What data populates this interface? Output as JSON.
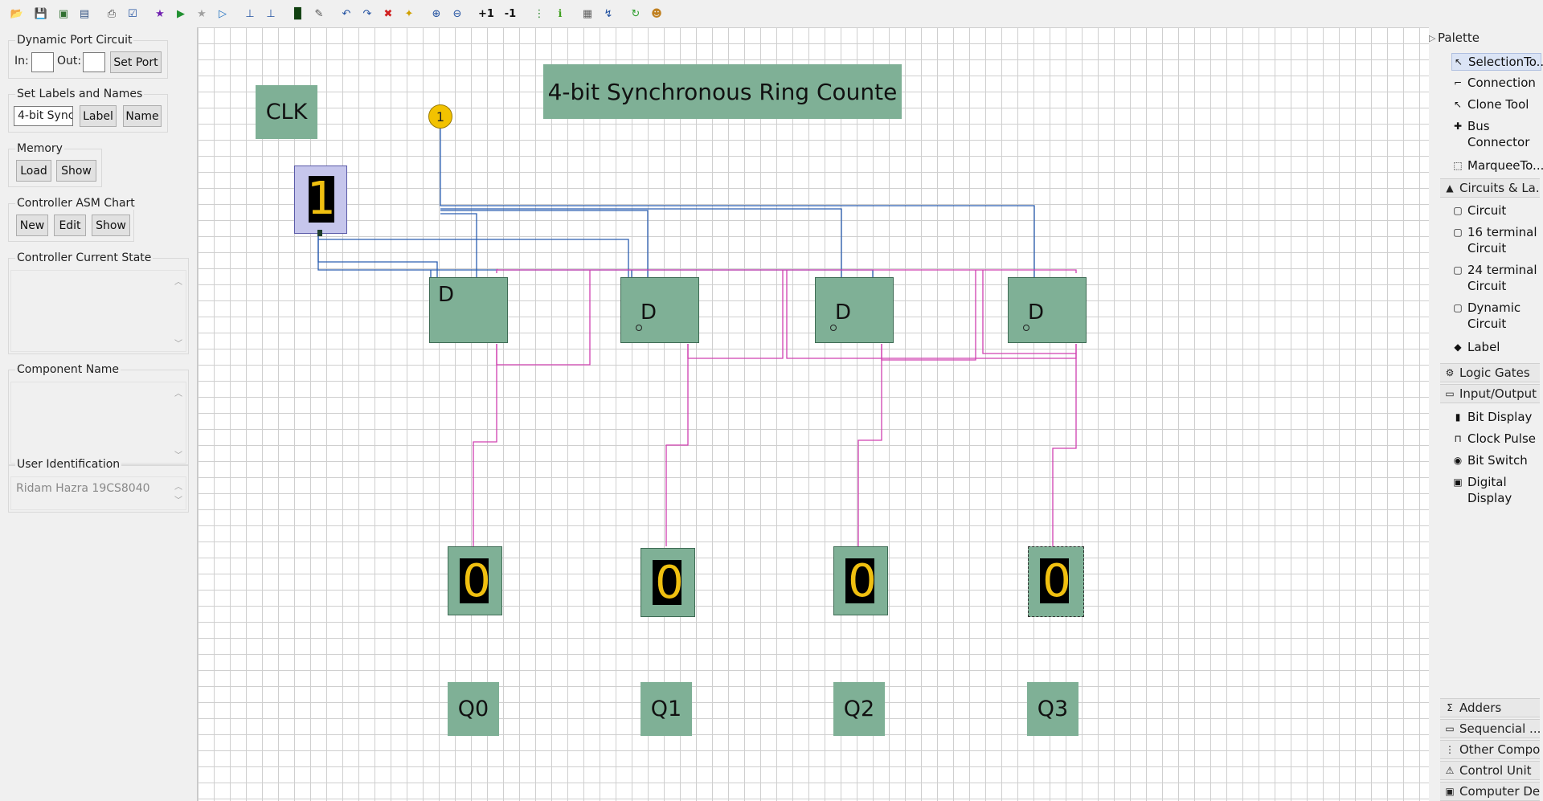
{
  "toolbar": {
    "buttons": [
      {
        "name": "open-icon",
        "glyph": "📂",
        "color": "#d9a520"
      },
      {
        "name": "save-icon",
        "glyph": "💾",
        "color": "#2050a0"
      },
      {
        "name": "save-as-icon",
        "glyph": "▣",
        "color": "#307030"
      },
      {
        "name": "export-icon",
        "glyph": "▤",
        "color": "#305080"
      },
      {
        "name": "print-icon",
        "glyph": "⎙",
        "color": "#404040"
      },
      {
        "name": "verify-icon",
        "glyph": "☑",
        "color": "#2050a0"
      },
      {
        "name": "star-icon",
        "glyph": "★",
        "color": "#7020b0"
      },
      {
        "name": "run-icon",
        "glyph": "▶",
        "color": "#209030"
      },
      {
        "name": "star-grey-icon",
        "glyph": "★",
        "color": "#a0a0a0"
      },
      {
        "name": "step-icon",
        "glyph": "▷",
        "color": "#2070c0"
      },
      {
        "name": "timing-icon",
        "glyph": "⊥",
        "color": "#2050a0"
      },
      {
        "name": "timing-2-icon",
        "glyph": "⊥",
        "color": "#2050a0"
      },
      {
        "name": "terminal-icon",
        "glyph": "▉",
        "color": "#104010"
      },
      {
        "name": "edit-icon",
        "glyph": "✎",
        "color": "#505050"
      },
      {
        "name": "undo-icon",
        "glyph": "↶",
        "color": "#2050a0"
      },
      {
        "name": "redo-icon",
        "glyph": "↷",
        "color": "#2050a0"
      },
      {
        "name": "delete-icon",
        "glyph": "✖",
        "color": "#d02020"
      },
      {
        "name": "clean-icon",
        "glyph": "✦",
        "color": "#d0a000"
      },
      {
        "name": "zoom-in-icon",
        "glyph": "⊕",
        "color": "#2050a0"
      },
      {
        "name": "zoom-out-icon",
        "glyph": "⊖",
        "color": "#2050a0"
      },
      {
        "name": "plus-one-icon",
        "glyph": "+1",
        "color": "#111111"
      },
      {
        "name": "minus-one-icon",
        "glyph": "-1",
        "color": "#111111"
      },
      {
        "name": "align-icon",
        "glyph": "⋮",
        "color": "#208020"
      },
      {
        "name": "info-icon",
        "glyph": "ℹ",
        "color": "#40a020"
      },
      {
        "name": "grid-icon",
        "glyph": "▦",
        "color": "#606060"
      },
      {
        "name": "route-icon",
        "glyph": "↯",
        "color": "#2050a0"
      },
      {
        "name": "refresh-icon",
        "glyph": "↻",
        "color": "#30a030"
      },
      {
        "name": "users-icon",
        "glyph": "☻",
        "color": "#c08020"
      }
    ]
  },
  "left": {
    "dynamic_port": {
      "title": "Dynamic Port Circuit",
      "in_label": "In:",
      "in_value": "",
      "out_label": "Out:",
      "out_value": "",
      "set_port": "Set Port"
    },
    "labels_names": {
      "title": "Set Labels and Names",
      "value": "4-bit Sync",
      "label_btn": "Label",
      "name_btn": "Name"
    },
    "memory": {
      "title": "Memory",
      "load": "Load",
      "show": "Show"
    },
    "asm": {
      "title": "Controller ASM Chart",
      "new": "New",
      "edit": "Edit",
      "show": "Show"
    },
    "current_state": {
      "title": "Controller Current State",
      "value": ""
    },
    "component_name": {
      "title": "Component Name",
      "value": ""
    },
    "user_id": {
      "title": "User Identification",
      "value": "Ridam Hazra 19CS8040"
    }
  },
  "canvas": {
    "title_label": "4-bit Synchronous Ring Counte",
    "clk_label": "CLK",
    "clock_value": "1",
    "bit_switch_value": "1",
    "flipflop_label": "D",
    "outputs": [
      {
        "label": "Q0",
        "value": "0"
      },
      {
        "label": "Q1",
        "value": "0"
      },
      {
        "label": "Q2",
        "value": "0"
      },
      {
        "label": "Q3",
        "value": "0"
      }
    ],
    "colors": {
      "component": "#7fb096",
      "wire_blue": "#2a5db0",
      "wire_pink": "#d040b0",
      "clock_body": "#c6c6ec",
      "digit": "#f0c010"
    }
  },
  "palette": {
    "title": "Palette",
    "tools": [
      {
        "label": "SelectionTo...",
        "icon": "cursor-icon",
        "glyph": "↖"
      },
      {
        "label": "Connection",
        "icon": "connection-icon",
        "glyph": "⌐"
      },
      {
        "label": "Clone Tool",
        "icon": "clone-icon",
        "glyph": "↖"
      },
      {
        "label": "Bus Connector",
        "icon": "bus-connector-icon",
        "glyph": "✚"
      },
      {
        "label": "MarqueeTo...",
        "icon": "marquee-icon",
        "glyph": "⬚"
      }
    ],
    "circuits_drawer": "Circuits & La...",
    "circuits": [
      {
        "label": "Circuit",
        "icon": "circuit-icon",
        "glyph": "▢"
      },
      {
        "label": "16 terminal Circuit",
        "icon": "circuit-16-icon",
        "glyph": "▢"
      },
      {
        "label": "24 terminal Circuit",
        "icon": "circuit-24-icon",
        "glyph": "▢"
      },
      {
        "label": "Dynamic Circuit",
        "icon": "dynamic-circuit-icon",
        "glyph": "▢"
      },
      {
        "label": "Label",
        "icon": "label-icon",
        "glyph": "◆"
      }
    ],
    "logic_gates": "Logic Gates",
    "input_output": "Input/Output",
    "io_items": [
      {
        "label": "Bit Display",
        "icon": "bit-display-icon",
        "glyph": "▮"
      },
      {
        "label": "Clock Pulse",
        "icon": "clock-pulse-icon",
        "glyph": "⊓"
      },
      {
        "label": "Bit Switch",
        "icon": "bit-switch-icon",
        "glyph": "◉"
      },
      {
        "label": "Digital Display",
        "icon": "digital-display-icon",
        "glyph": "▣"
      }
    ],
    "bottom_drawers": [
      {
        "label": "Adders",
        "icon": "sigma-icon",
        "glyph": "Σ"
      },
      {
        "label": "Sequencial ...",
        "icon": "sequential-icon",
        "glyph": "▭"
      },
      {
        "label": "Other Compo...",
        "icon": "other-components-icon",
        "glyph": "⋮"
      },
      {
        "label": "Control Unit",
        "icon": "control-unit-icon",
        "glyph": "⚠"
      },
      {
        "label": "Computer De...",
        "icon": "computer-icon",
        "glyph": "▣"
      }
    ]
  }
}
